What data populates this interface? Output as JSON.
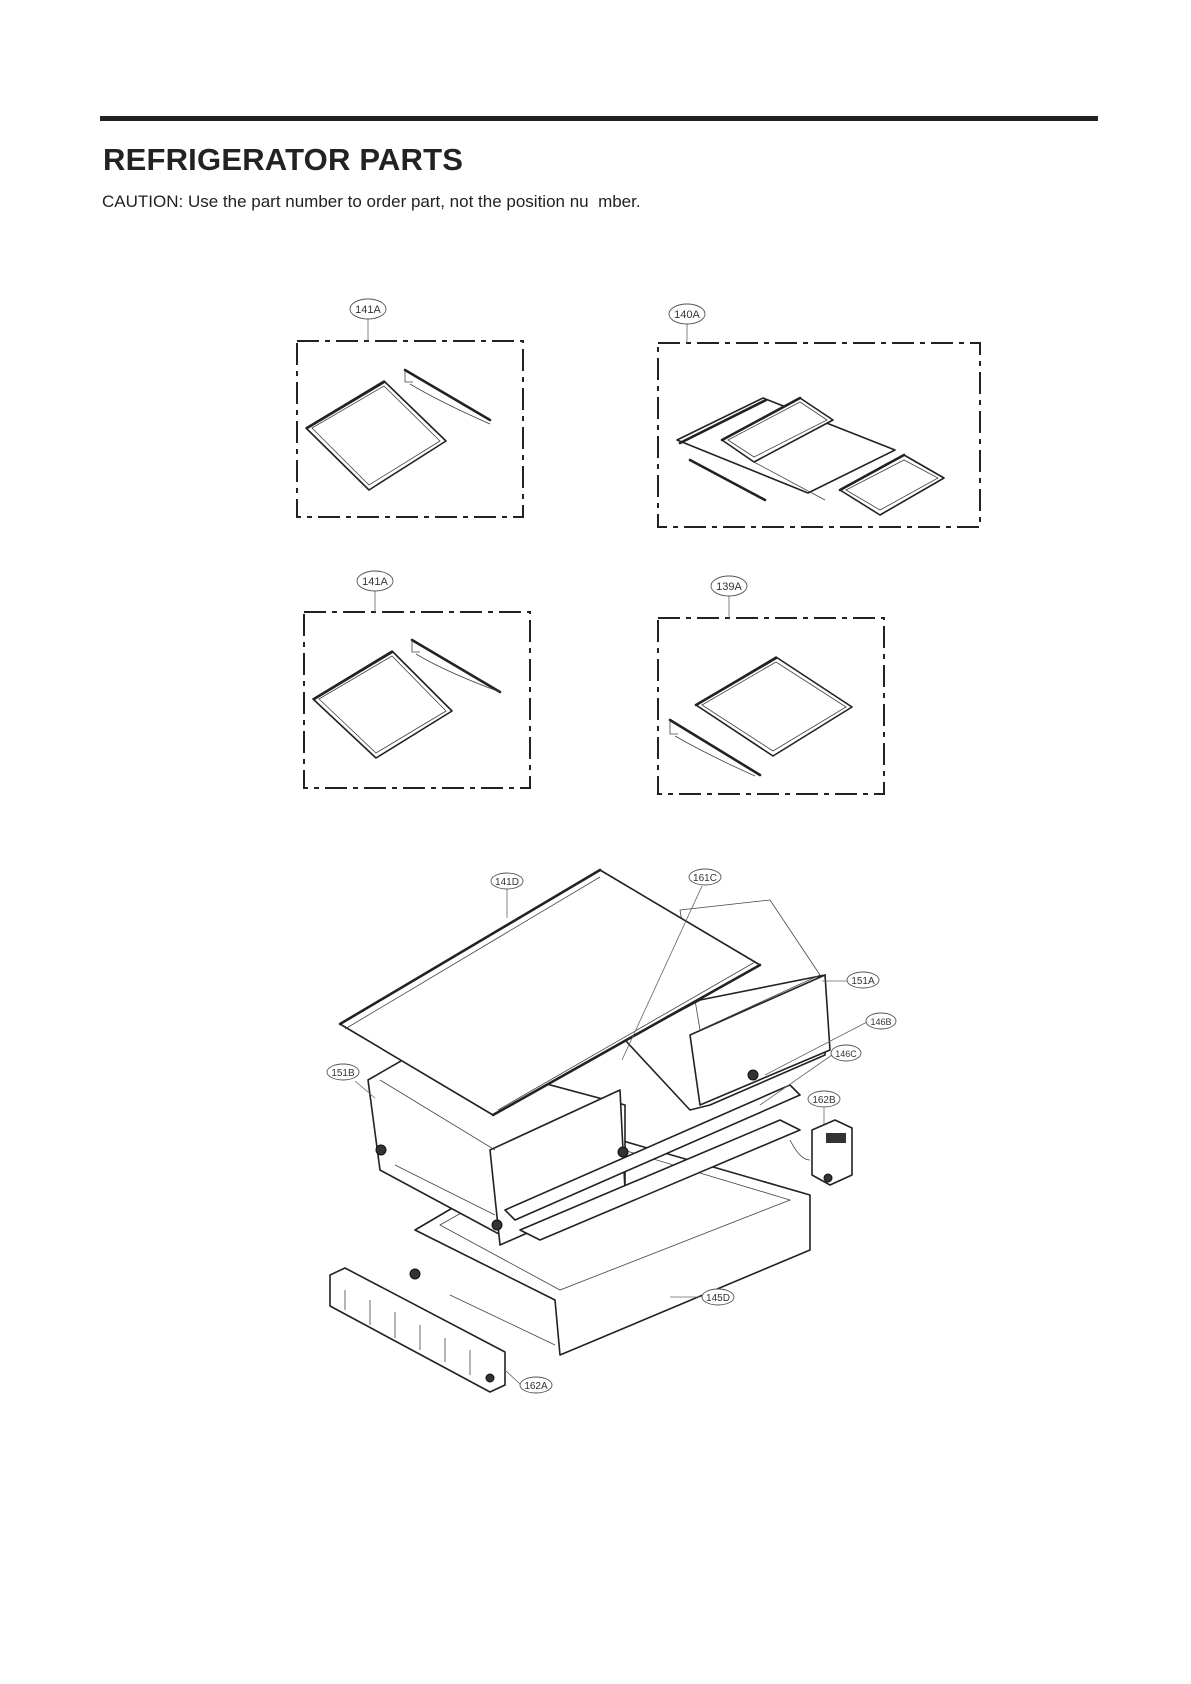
{
  "header": {
    "title": "REFRIGERATOR PARTS",
    "caution": "CAUTION: Use the part number to order part, not the position nu  mber."
  },
  "callouts": {
    "c141A_top": "141A",
    "c140A": "140A",
    "c141A_mid": "141A",
    "c139A": "139A",
    "c141D": "141D",
    "c161C": "161C",
    "c151A": "151A",
    "c146B": "146B",
    "c146C": "146C",
    "c162B": "162B",
    "c151B": "151B",
    "c145D": "145D",
    "c162A": "162A"
  },
  "assemblies": [
    {
      "position": "141A",
      "description": "Shelf assembly (glass shelf with bracket)",
      "group": "top-left"
    },
    {
      "position": "140A",
      "description": "Split shelf assembly (two shelves with rail)",
      "group": "top-right"
    },
    {
      "position": "141A",
      "description": "Shelf assembly (glass shelf with bracket)",
      "group": "middle-left"
    },
    {
      "position": "139A",
      "description": "Shelf assembly (glass shelf with bracket)",
      "group": "middle-right"
    },
    {
      "position": "141D",
      "description": "Crisper cover shelf",
      "group": "exploded"
    },
    {
      "position": "161C",
      "description": "Divider",
      "group": "exploded"
    },
    {
      "position": "151A",
      "description": "Vegetable drawer (right)",
      "group": "exploded"
    },
    {
      "position": "146B",
      "description": "Guide rail",
      "group": "exploded"
    },
    {
      "position": "146C",
      "description": "Guide rail",
      "group": "exploded"
    },
    {
      "position": "162B",
      "description": "Roller bracket (right)",
      "group": "exploded"
    },
    {
      "position": "151B",
      "description": "Vegetable drawer (left)",
      "group": "exploded"
    },
    {
      "position": "145D",
      "description": "Drawer frame / support tray",
      "group": "exploded"
    },
    {
      "position": "162A",
      "description": "Roller bracket (left)",
      "group": "exploded"
    }
  ]
}
